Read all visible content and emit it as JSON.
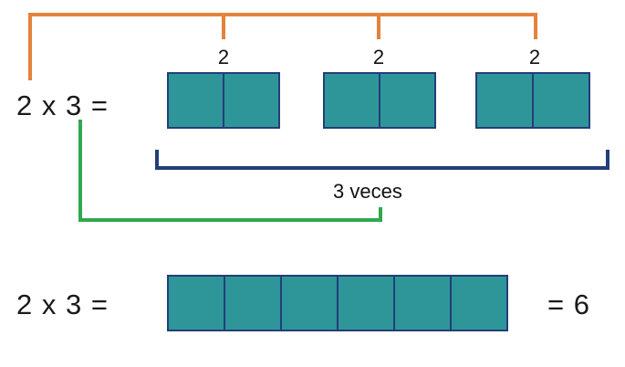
{
  "diagram": {
    "title_expression_top": "2 x 3 =",
    "title_expression_bottom": "2 x 3 =",
    "result_label": "= 6",
    "repeat_label": "3 veces",
    "group_labels": [
      "2",
      "2",
      "2"
    ],
    "top_row": {
      "group_count": 3,
      "cells_per_group": 2,
      "cell_labels": [
        [
          "",
          ""
        ],
        [
          "",
          ""
        ],
        [
          "",
          ""
        ]
      ]
    },
    "bottom_row": {
      "group_count": 1,
      "cells_per_group": 6,
      "cell_labels": [
        "",
        "",
        "",
        "",
        "",
        ""
      ]
    },
    "colors": {
      "cell_fill": "#2E9699",
      "cell_border": "#233E79",
      "orange_bracket": "#E5823B",
      "navy_bracket": "#233E79",
      "green_path": "#2FA94E",
      "text": "#1A1A1A",
      "background": "#FFFFFF"
    },
    "annotations": {
      "orange_bracket_name": "factor-2-grouping-bracket",
      "navy_bracket_name": "repetition-bracket",
      "green_path_name": "factor-3-connector"
    }
  }
}
